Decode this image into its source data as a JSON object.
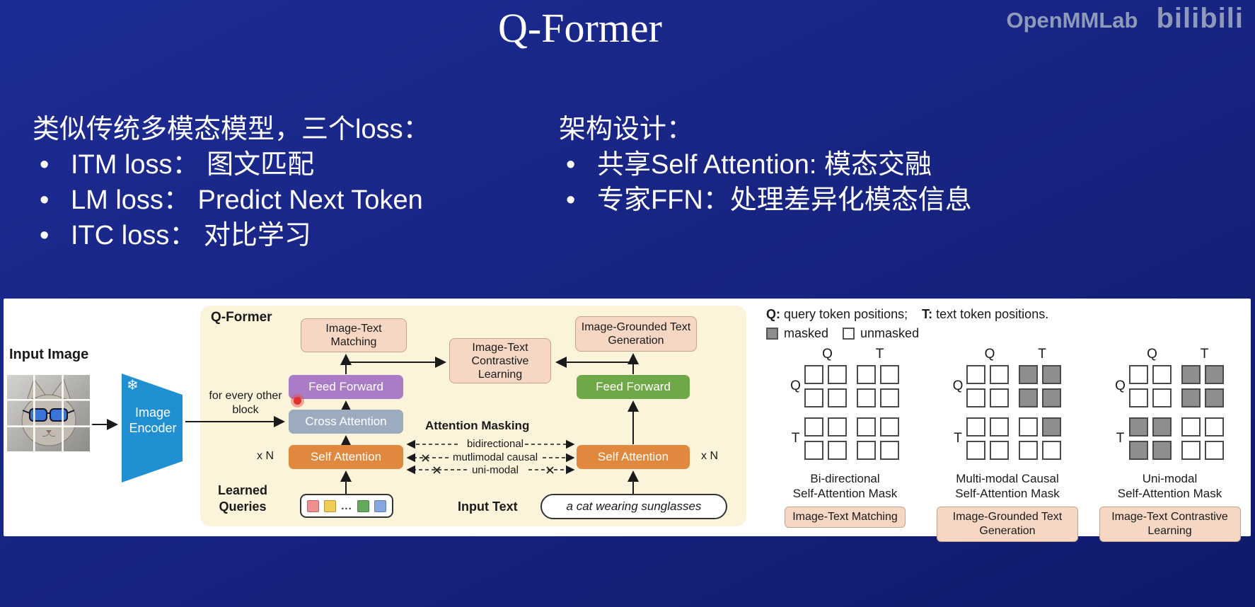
{
  "colors": {
    "bg_top": "#1d2c95",
    "bg_bottom": "#101a6a",
    "brand": "#8e9ab8",
    "panel_bg": "#ffffff",
    "cream": "#fcf4da",
    "chip_bg": "#f5d7c3",
    "chip_border": "#c4a58b",
    "purple": "#ab7cc6",
    "crossattn": "#9dabbf",
    "orange": "#e0883e",
    "green": "#6fa847",
    "encoder_blue": "#2190d2",
    "masked": "#8e8e8e",
    "cell_border": "#4a4a4a",
    "arrow": "#1a1a1a",
    "laser": "#e03030"
  },
  "header": {
    "title": "Q-Former",
    "openmmlab": "OpenMMLab",
    "bilibili": "bilibili"
  },
  "bullets_left": {
    "heading": "类似传统多模态模型，三个loss：",
    "bullet": "•",
    "items": [
      "ITM loss： 图文匹配",
      "LM loss： Predict Next Token",
      "ITC loss： 对比学习"
    ]
  },
  "bullets_right": {
    "heading": "架构设计：",
    "bullet": "•",
    "items": [
      "共享Self Attention: 模态交融",
      "专家FFN：处理差异化模态信息"
    ]
  },
  "diagram": {
    "input_image_label": "Input Image",
    "encoder_label": "Image Encoder",
    "frozen_icon": "❄",
    "qformer_label": "Q-Former",
    "for_every_label": "for every other block",
    "itm_label": "Image-Text Matching",
    "itc_label": "Image-Text Contrastive Learning",
    "itg_label": "Image-Grounded Text Generation",
    "feed_forward_left": "Feed Forward",
    "cross_attention": "Cross Attention",
    "self_attention_left": "Self Attention",
    "feed_forward_right": "Feed Forward",
    "self_attention_right": "Self Attention",
    "xn_left": "x N",
    "xn_right": "x N",
    "attention_masking_title": "Attention Masking",
    "mask_rows": [
      "bidirectional",
      "mutlimodal causal",
      "uni-modal"
    ],
    "learned_queries_label": "Learned Queries",
    "query_colors": [
      "#ee8f8f",
      "#f0cc55",
      "#63a95e",
      "#86a7dd"
    ],
    "queries_ellipsis": "...",
    "input_text_label": "Input Text",
    "input_text_value": "a cat wearing sunglasses"
  },
  "masks": {
    "legend_q_bold": "Q:",
    "legend_q_rest": " query token positions;",
    "legend_t_bold": "T:",
    "legend_t_rest": " text token positions.",
    "masked_label": "masked",
    "unmasked_label": "unmasked",
    "col_q": "Q",
    "col_t": "T",
    "row_q": "Q",
    "row_t": "T",
    "grids": [
      {
        "line1": "Bi-directional",
        "line2": "Self-Attention Mask",
        "loss": "Image-Text Matching",
        "pattern": [
          [
            0,
            0,
            0,
            0
          ],
          [
            0,
            0,
            0,
            0
          ],
          [
            0,
            0,
            0,
            0
          ],
          [
            0,
            0,
            0,
            0
          ]
        ]
      },
      {
        "line1": "Multi-modal Causal",
        "line2": "Self-Attention Mask",
        "loss": "Image-Grounded Text Generation",
        "pattern": [
          [
            0,
            0,
            1,
            1
          ],
          [
            0,
            0,
            1,
            1
          ],
          [
            0,
            0,
            0,
            1
          ],
          [
            0,
            0,
            0,
            0
          ]
        ]
      },
      {
        "line1": "Uni-modal",
        "line2": "Self-Attention Mask",
        "loss": "Image-Text Contrastive Learning",
        "pattern": [
          [
            0,
            0,
            1,
            1
          ],
          [
            0,
            0,
            1,
            1
          ],
          [
            1,
            1,
            0,
            0
          ],
          [
            1,
            1,
            0,
            0
          ]
        ]
      }
    ]
  }
}
